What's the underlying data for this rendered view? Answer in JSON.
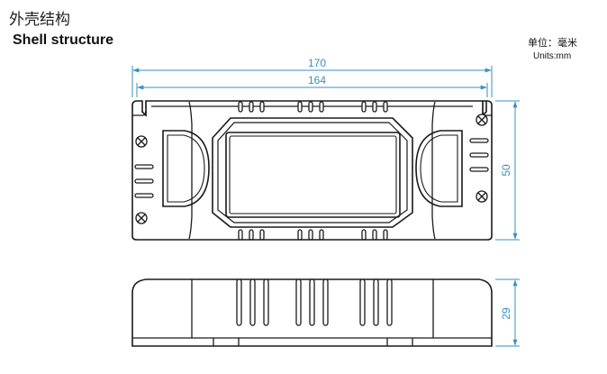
{
  "title_cn": "外壳结构",
  "title_en": "Shell structure",
  "units_cn": "单位：毫米",
  "units_en": "Units:mm",
  "dimensions": {
    "overall_length": "170",
    "mount_length": "164",
    "width": "50",
    "height": "29"
  },
  "colors": {
    "outline": "#1a1a1a",
    "dimension": "#3a8fc2"
  }
}
